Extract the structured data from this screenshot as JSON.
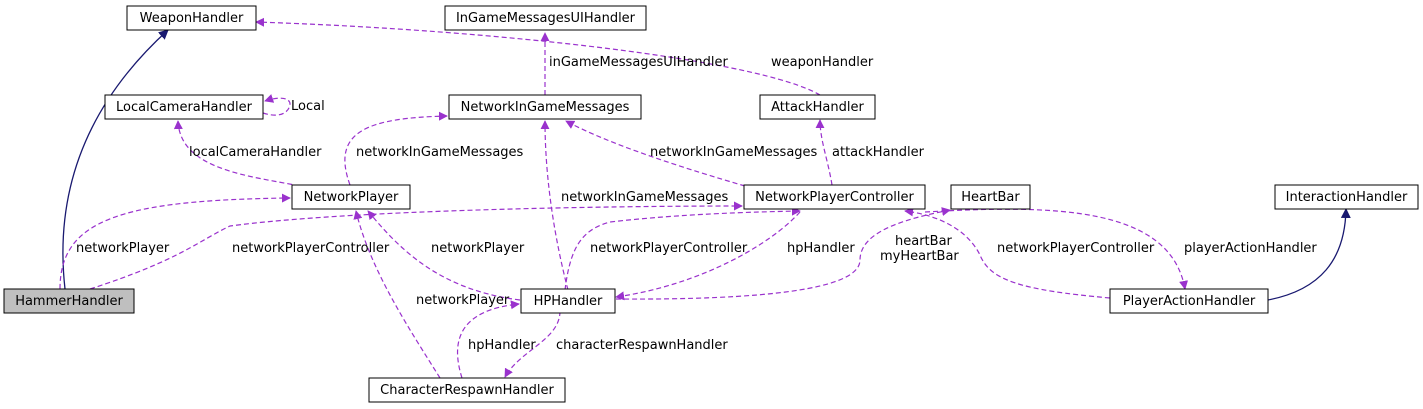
{
  "colors": {
    "usage_edge": "#9a32cd",
    "inheritance_edge": "#191970",
    "focus_fill": "#bfbfbf",
    "node_fill": "#ffffff"
  },
  "nodes": {
    "weapon_handler": "WeaponHandler",
    "ingame_messages_ui_handler": "InGameMessagesUIHandler",
    "local_camera_handler": "LocalCameraHandler",
    "network_ingame_messages": "NetworkInGameMessages",
    "attack_handler": "AttackHandler",
    "network_player": "NetworkPlayer",
    "network_player_controller": "NetworkPlayerController",
    "heart_bar": "HeartBar",
    "interaction_handler": "InteractionHandler",
    "hammer_handler": "HammerHandler",
    "hp_handler": "HPHandler",
    "player_action_handler": "PlayerActionHandler",
    "character_respawn_handler": "CharacterRespawnHandler"
  },
  "edge_labels": {
    "local": "Local",
    "ingame_messages_ui_handler": "inGameMessagesUIHandler",
    "weapon_handler": "weaponHandler",
    "local_camera_handler": "localCameraHandler",
    "np_network_ingame_messages": "networkInGameMessages",
    "npc_network_ingame_messages": "networkInGameMessages",
    "attack_handler": "attackHandler",
    "hp_network_ingame_messages": "networkInGameMessages",
    "hammer_network_player": "networkPlayer",
    "hammer_network_player_controller": "networkPlayerController",
    "hp_network_player": "networkPlayer",
    "hp_network_player_controller": "networkPlayerController",
    "npc_hp_handler": "hpHandler",
    "heart_bar": "heartBar",
    "my_heart_bar": "myHeartBar",
    "pah_network_player_controller": "networkPlayerController",
    "player_action_handler": "playerActionHandler",
    "crh_network_player": "networkPlayer",
    "crh_hp_handler": "hpHandler",
    "character_respawn_handler": "characterRespawnHandler"
  }
}
